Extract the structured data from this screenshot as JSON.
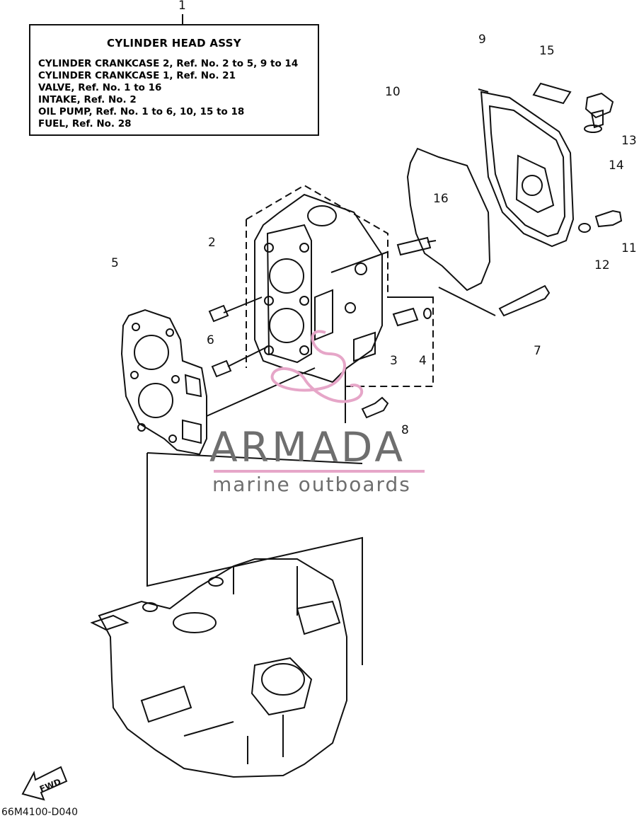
{
  "box": {
    "title": "CYLINDER HEAD ASSY",
    "lines": [
      "CYLINDER CRANKCASE 2, Ref. No. 2 to 5, 9 to 14",
      "CYLINDER CRANKCASE 1, Ref. No. 21",
      "VALVE, Ref. No. 1 to 16",
      "INTAKE, Ref. No. 2",
      "OIL PUMP, Ref. No. 1 to 6, 10, 15 to 18",
      "FUEL, Ref. No. 28"
    ]
  },
  "callouts": [
    "1",
    "2",
    "3",
    "4",
    "5",
    "6",
    "7",
    "8",
    "9",
    "10",
    "11",
    "12",
    "13",
    "14",
    "15",
    "16"
  ],
  "watermark": {
    "name": "ARMADA",
    "tagline": "marine outboards",
    "accent": "#e6a6c8",
    "text_color": "#6e6e6e"
  },
  "direction_label": "FWD",
  "diagram_code": "66M4100-D040"
}
